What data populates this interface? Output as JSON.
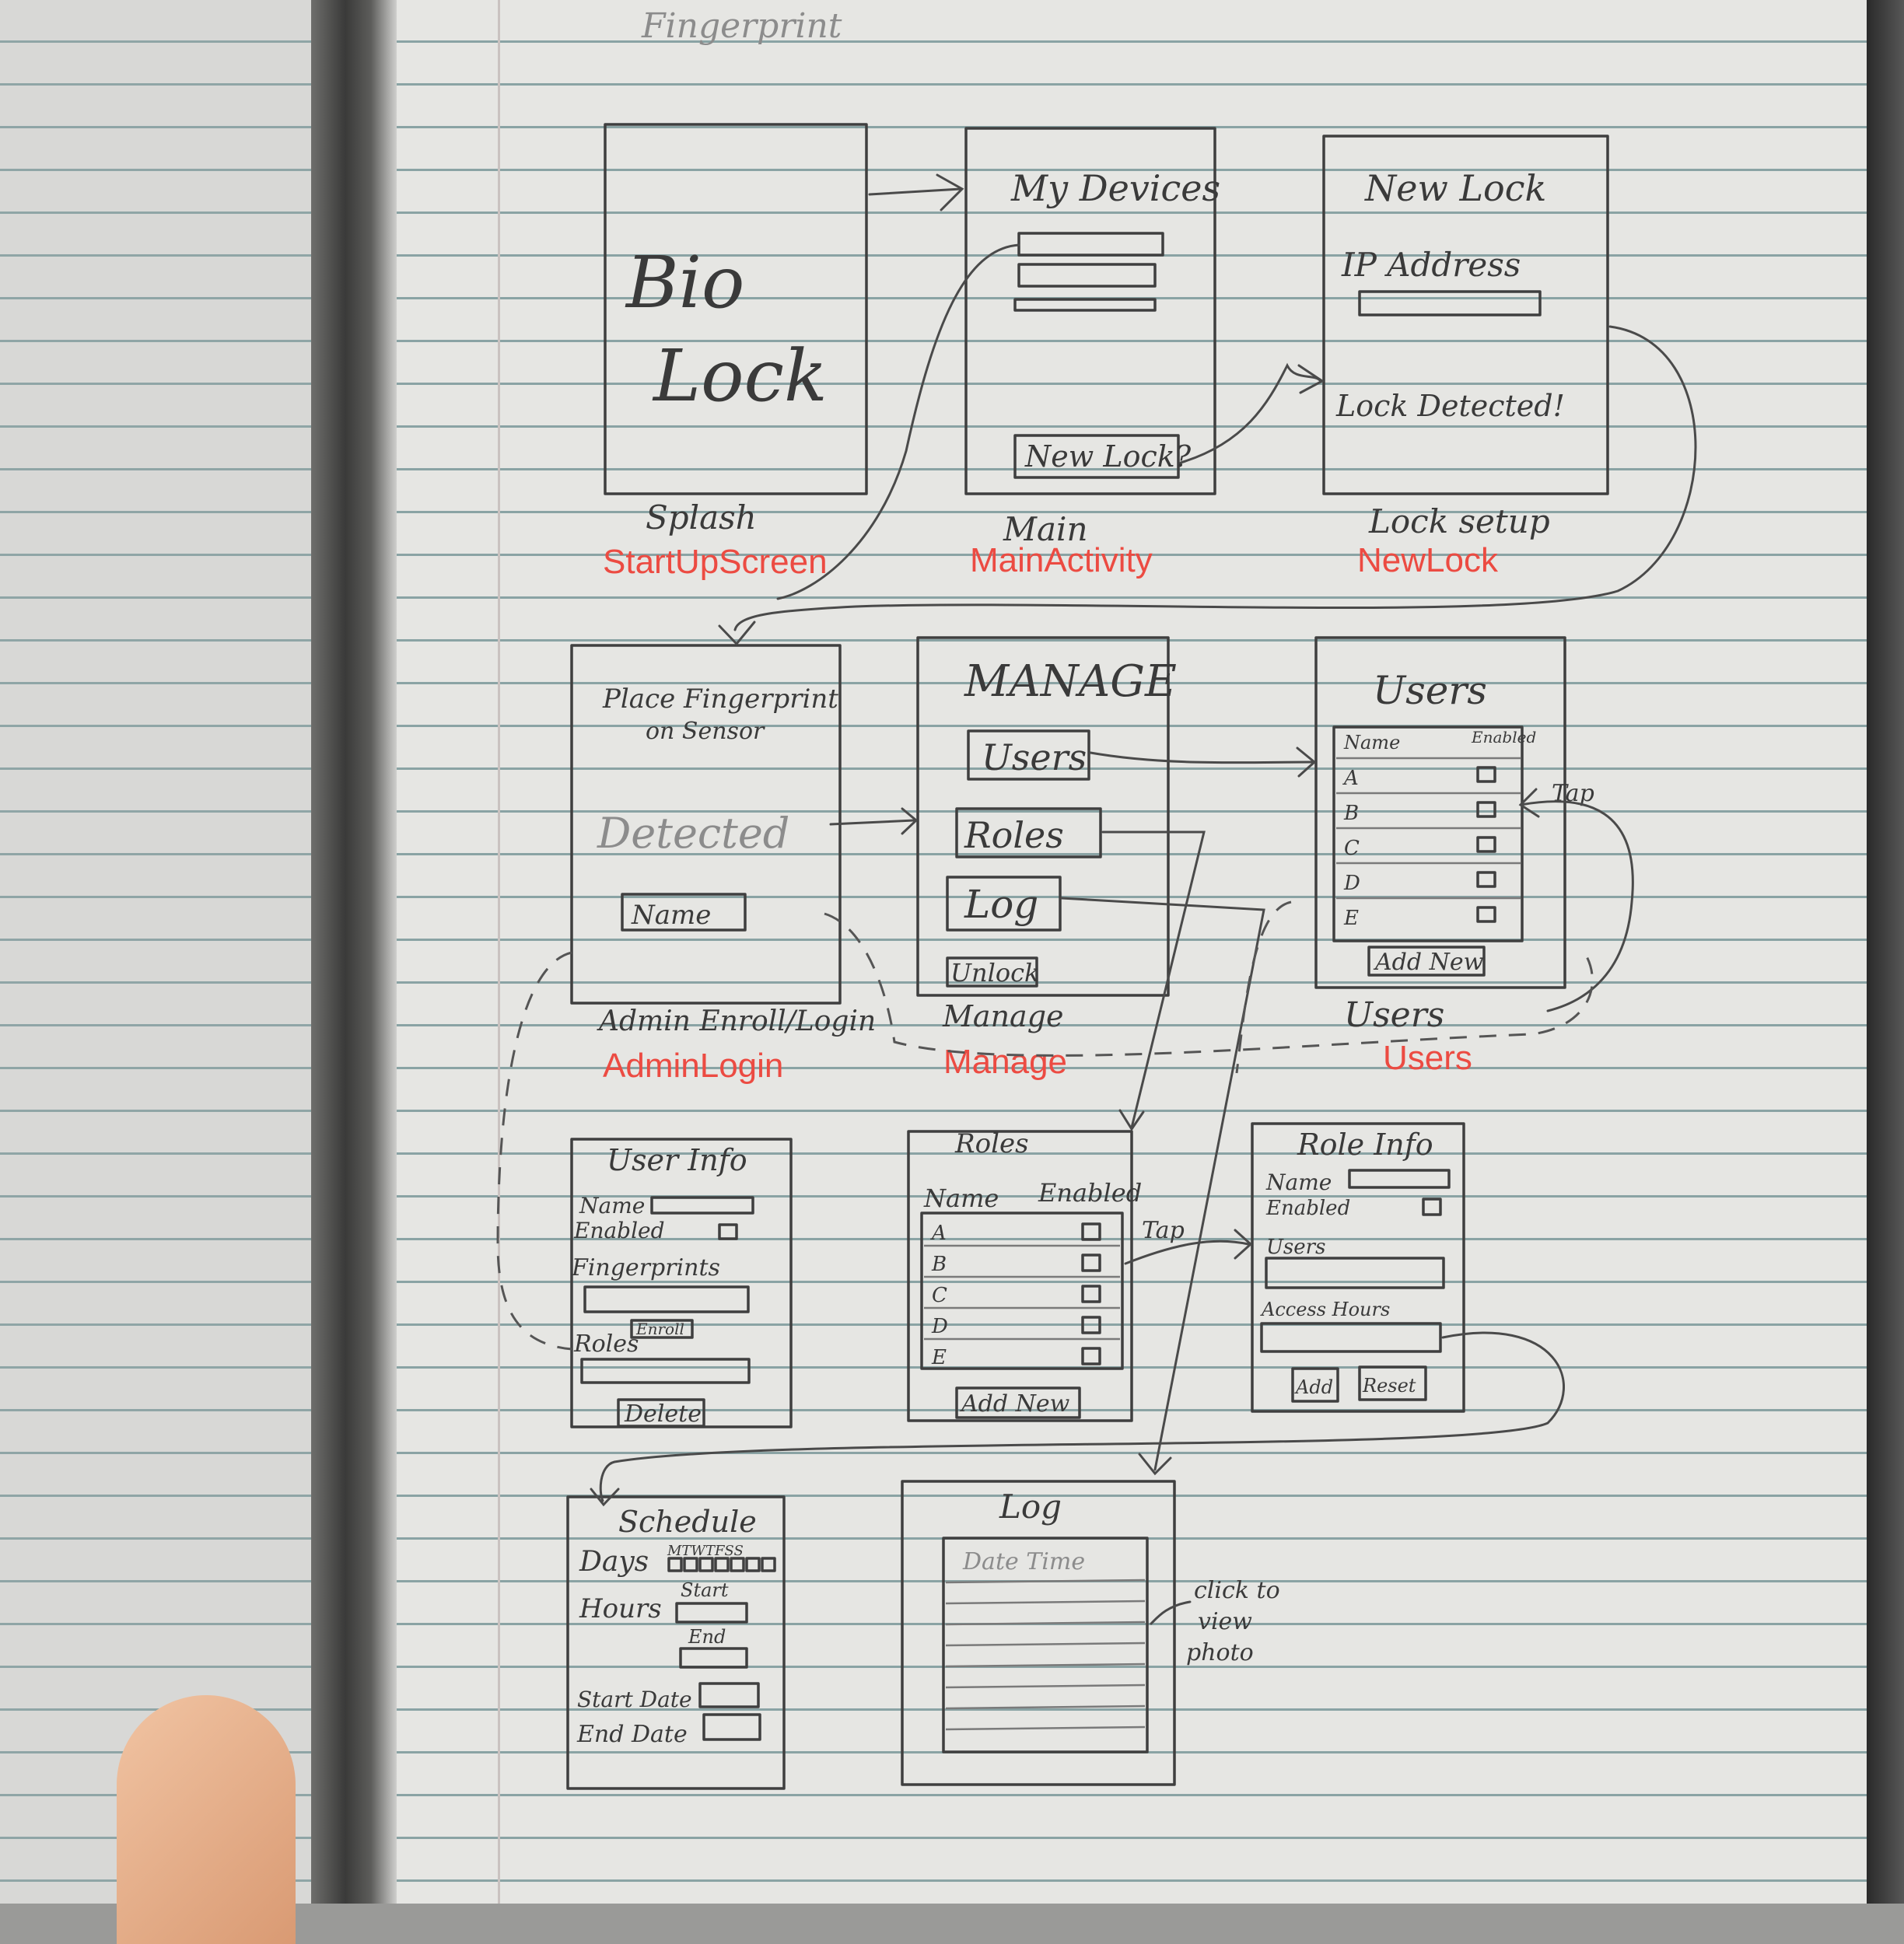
{
  "header": {
    "title": "Fingerprint"
  },
  "screens": {
    "splash": {
      "logo_line1": "Bio",
      "logo_line2": "Lock",
      "caption": "Splash",
      "class_label": "StartUpScreen"
    },
    "main": {
      "title": "My Devices",
      "new_lock_button": "New Lock?",
      "caption": "Main",
      "class_label": "MainActivity"
    },
    "lock_setup": {
      "title": "New Lock",
      "ip_label": "IP Address",
      "detected_text": "Lock Detected!",
      "caption": "Lock setup",
      "class_label": "NewLock"
    },
    "admin": {
      "prompt_line1": "Place Fingerprint",
      "prompt_line2": "on Sensor",
      "detected_text": "Detected",
      "name_field": "Name",
      "caption": "Admin Enroll/Login",
      "class_label": "AdminLogin"
    },
    "manage": {
      "title": "MANAGE",
      "users_button": "Users",
      "roles_button": "Roles",
      "log_button": "Log",
      "unlock_button": "Unlock",
      "caption": "Manage",
      "class_label": "Manage"
    },
    "users": {
      "title": "Users",
      "col_name": "Name",
      "col_enabled": "Enabled",
      "rows": [
        "A",
        "B",
        "C",
        "D",
        "E"
      ],
      "add_new_button": "Add New",
      "tap_note": "Tap",
      "caption": "Users",
      "class_label": "Users"
    },
    "user_info": {
      "title": "User Info",
      "name_label": "Name",
      "enabled_label": "Enabled",
      "fingerprints_label": "Fingerprints",
      "enroll_button": "Enroll",
      "roles_label": "Roles",
      "delete_button": "Delete"
    },
    "roles": {
      "title": "Roles",
      "col_name": "Name",
      "col_enabled": "Enabled",
      "rows": [
        "A",
        "B",
        "C",
        "D",
        "E"
      ],
      "add_new_button": "Add New",
      "tap_note": "Tap"
    },
    "role_info": {
      "title": "Role Info",
      "name_label": "Name",
      "enabled_label": "Enabled",
      "users_label": "Users",
      "access_label": "Access Hours",
      "add_button": "Add",
      "reset_button": "Reset"
    },
    "schedule": {
      "title": "Schedule",
      "days_label": "Days",
      "days_letters": "MTWTFSS",
      "hours_label": "Hours",
      "start_label": "Start",
      "end_label": "End",
      "start_date_label": "Start Date",
      "end_date_label": "End Date"
    },
    "log": {
      "title": "Log",
      "header_row": "Date Time",
      "click_note_1": "click to",
      "click_note_2": "view",
      "click_note_3": "photo"
    }
  },
  "colors": {
    "ink": "#3f3f3f",
    "annotation": "#ec4b42",
    "paper": "#e6e6e3",
    "rule": "#8aa3a4"
  }
}
